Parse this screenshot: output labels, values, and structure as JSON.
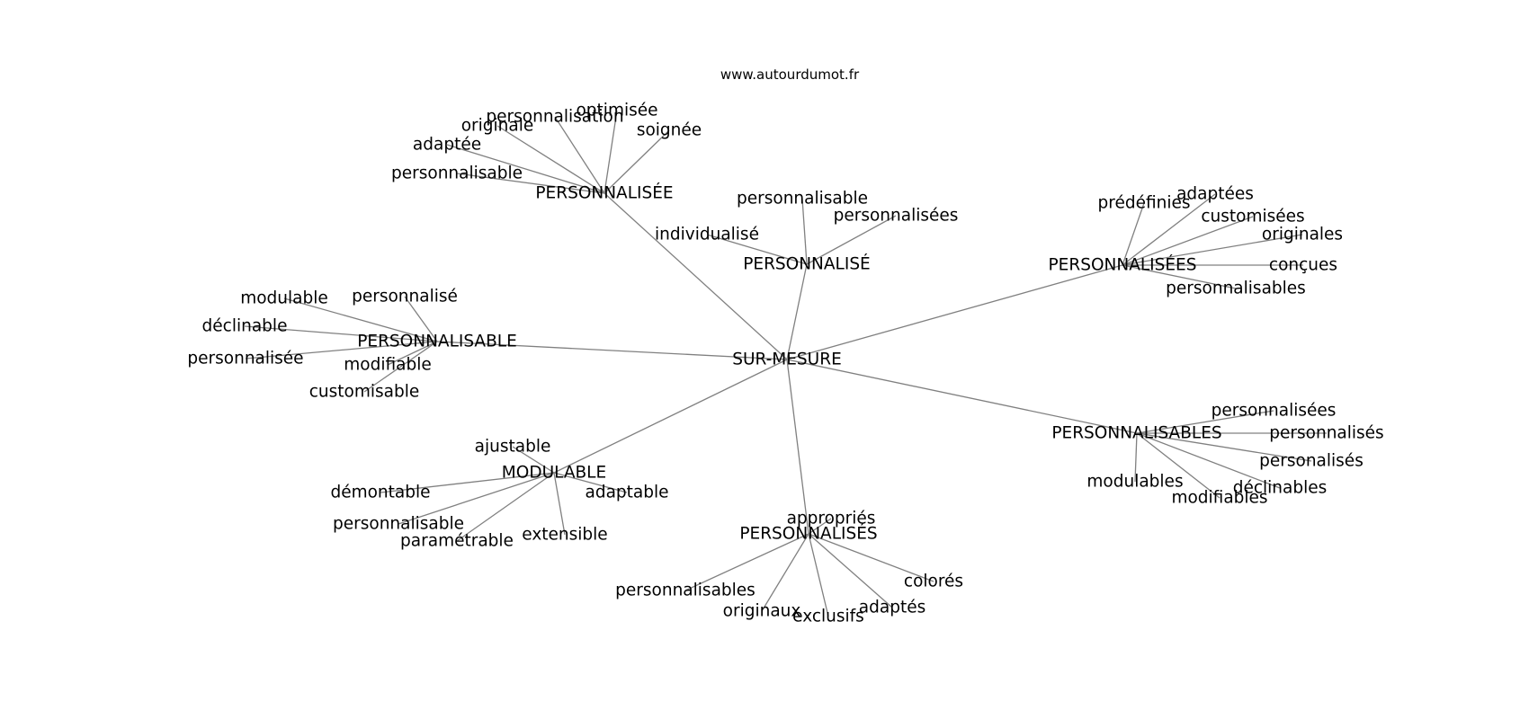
{
  "source": "www.autourdumot.fr",
  "colors": {
    "edge": "#808080",
    "text": "#000000",
    "background": "#ffffff"
  },
  "center": "SUR-MESURE",
  "hubs": [
    {
      "id": "h1",
      "label": "PERSONNALISÉE",
      "leaves": [
        "personnalisable",
        "adaptée",
        "originale",
        "personnalisation",
        "optimisée",
        "soignée"
      ]
    },
    {
      "id": "h2",
      "label": "PERSONNALISÉ",
      "leaves": [
        "individualisé",
        "personnalisable",
        "personnalisées"
      ]
    },
    {
      "id": "h3",
      "label": "PERSONNALISÉES",
      "leaves": [
        "prédéfinies",
        "adaptées",
        "customisées",
        "originales",
        "conçues",
        "personnalisables"
      ]
    },
    {
      "id": "h4",
      "label": "PERSONNALISABLE",
      "leaves": [
        "modulable",
        "personnalisé",
        "déclinable",
        "personnalisée",
        "modifiable",
        "customisable"
      ]
    },
    {
      "id": "h5",
      "label": "PERSONNALISABLES",
      "leaves": [
        "personnalisées",
        "personnalisés",
        "personalisés",
        "déclinables",
        "modifiables",
        "modulables"
      ]
    },
    {
      "id": "h6",
      "label": "MODULABLE",
      "leaves": [
        "ajustable",
        "démontable",
        "adaptable",
        "personnalisable",
        "paramétrable",
        "extensible"
      ]
    },
    {
      "id": "h7",
      "label": "PERSONNALISÉS",
      "leaves": [
        "appropriés",
        "personnalisables",
        "originaux",
        "exclusifs",
        "adaptés",
        "colorés"
      ]
    }
  ]
}
